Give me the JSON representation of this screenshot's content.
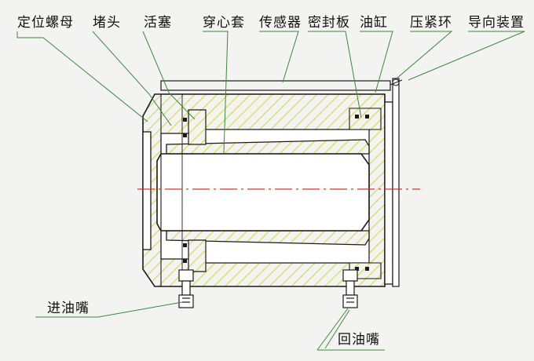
{
  "labels": {
    "locating_nut": "定位螺母",
    "plug": "堵头",
    "piston": "活塞",
    "through_sleeve": "穿心套",
    "sensor": "传感器",
    "seal_plate": "密封板",
    "cylinder": "油缸",
    "clamp_ring": "压紧环",
    "guide_device": "导向装置",
    "oil_inlet": "进油嘴",
    "oil_return": "回油嘴"
  },
  "colors": {
    "background": "#f3f3f1",
    "outline": "#1a1a1a",
    "hatch": "#d8d84a",
    "leader": "#3b8a3b",
    "center_line": "#e0302a",
    "bore": "#ffffff"
  }
}
